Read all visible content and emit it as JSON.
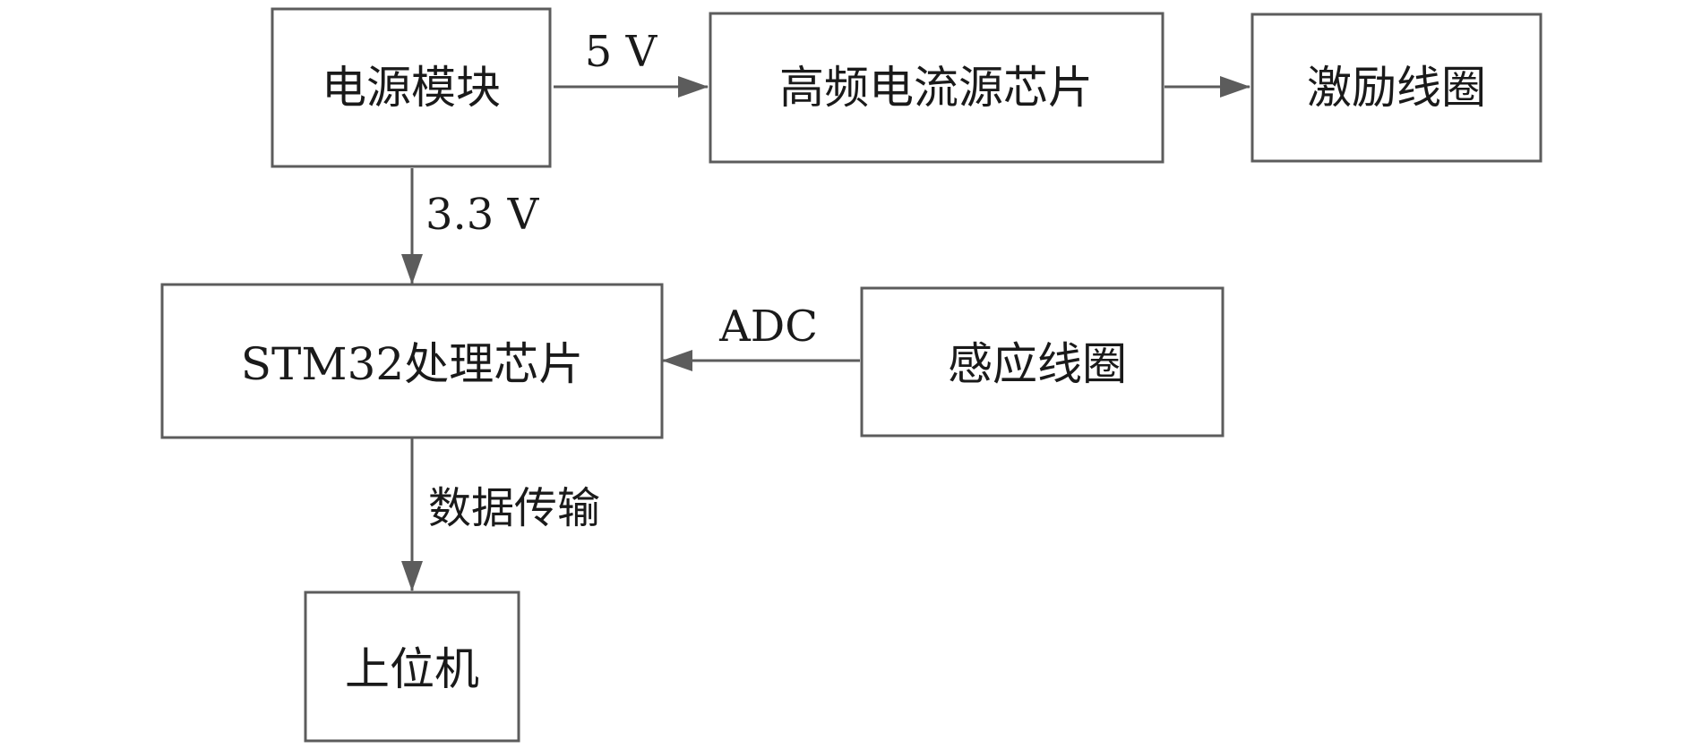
{
  "nodes": {
    "power_module": "电源模块",
    "hf_current_chip": "高频电流源芯片",
    "excitation_coil": "激励线圈",
    "stm32_chip": "STM32处理芯片",
    "induction_coil": "感应线圈",
    "host_pc": "上位机"
  },
  "edges": {
    "power_to_hf": "5 V",
    "power_to_stm32": "3.3 V",
    "induction_to_stm32": "ADC",
    "stm32_to_host": "数据传输"
  },
  "colors": {
    "stroke": "#5c5c5c",
    "text": "#1a1a1a",
    "background": "#ffffff"
  }
}
